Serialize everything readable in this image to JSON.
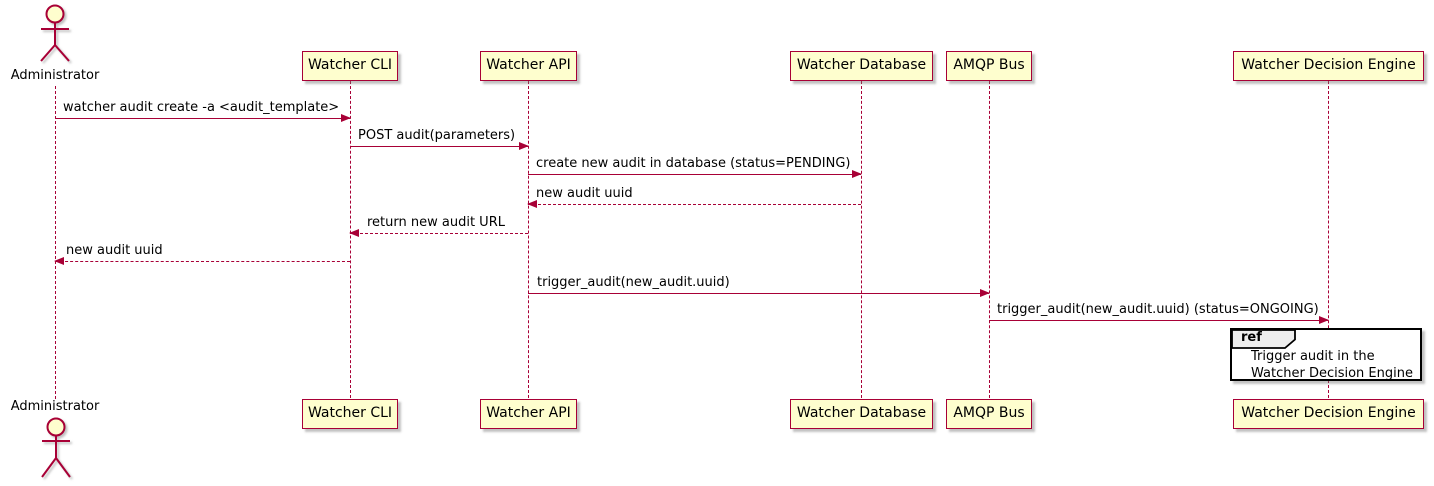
{
  "diagram": {
    "type": "sequence",
    "colors": {
      "accent": "#A80036",
      "participant_fill": "#FEFECE",
      "ref_border": "#000000",
      "ref_header_fill": "#EEEEEE",
      "text": "#000000"
    },
    "actor": {
      "name": "Administrator"
    },
    "participants": [
      {
        "label": "Watcher CLI"
      },
      {
        "label": "Watcher API"
      },
      {
        "label": "Watcher Database"
      },
      {
        "label": "AMQP Bus"
      },
      {
        "label": "Watcher Decision Engine"
      }
    ],
    "messages": [
      {
        "from": "Administrator",
        "to": "Watcher CLI",
        "label": "watcher audit create -a <audit_template>",
        "style": "solid"
      },
      {
        "from": "Watcher CLI",
        "to": "Watcher API",
        "label": "POST audit(parameters)",
        "style": "solid"
      },
      {
        "from": "Watcher API",
        "to": "Watcher Database",
        "label": "create new audit in database (status=PENDING)",
        "style": "solid"
      },
      {
        "from": "Watcher Database",
        "to": "Watcher API",
        "label": "new audit uuid",
        "style": "dashed"
      },
      {
        "from": "Watcher API",
        "to": "Watcher CLI",
        "label": "return new audit URL",
        "style": "dashed"
      },
      {
        "from": "Watcher CLI",
        "to": "Administrator",
        "label": "new audit uuid",
        "style": "dashed"
      },
      {
        "from": "Watcher API",
        "to": "AMQP Bus",
        "label": "trigger_audit(new_audit.uuid)",
        "style": "solid"
      },
      {
        "from": "AMQP Bus",
        "to": "Watcher Decision Engine",
        "label": "trigger_audit(new_audit.uuid) (status=ONGOING)",
        "style": "solid"
      }
    ],
    "ref": {
      "keyword": "ref",
      "lines": {
        "0": "Trigger audit in the",
        "1": "Watcher Decision Engine"
      }
    }
  }
}
